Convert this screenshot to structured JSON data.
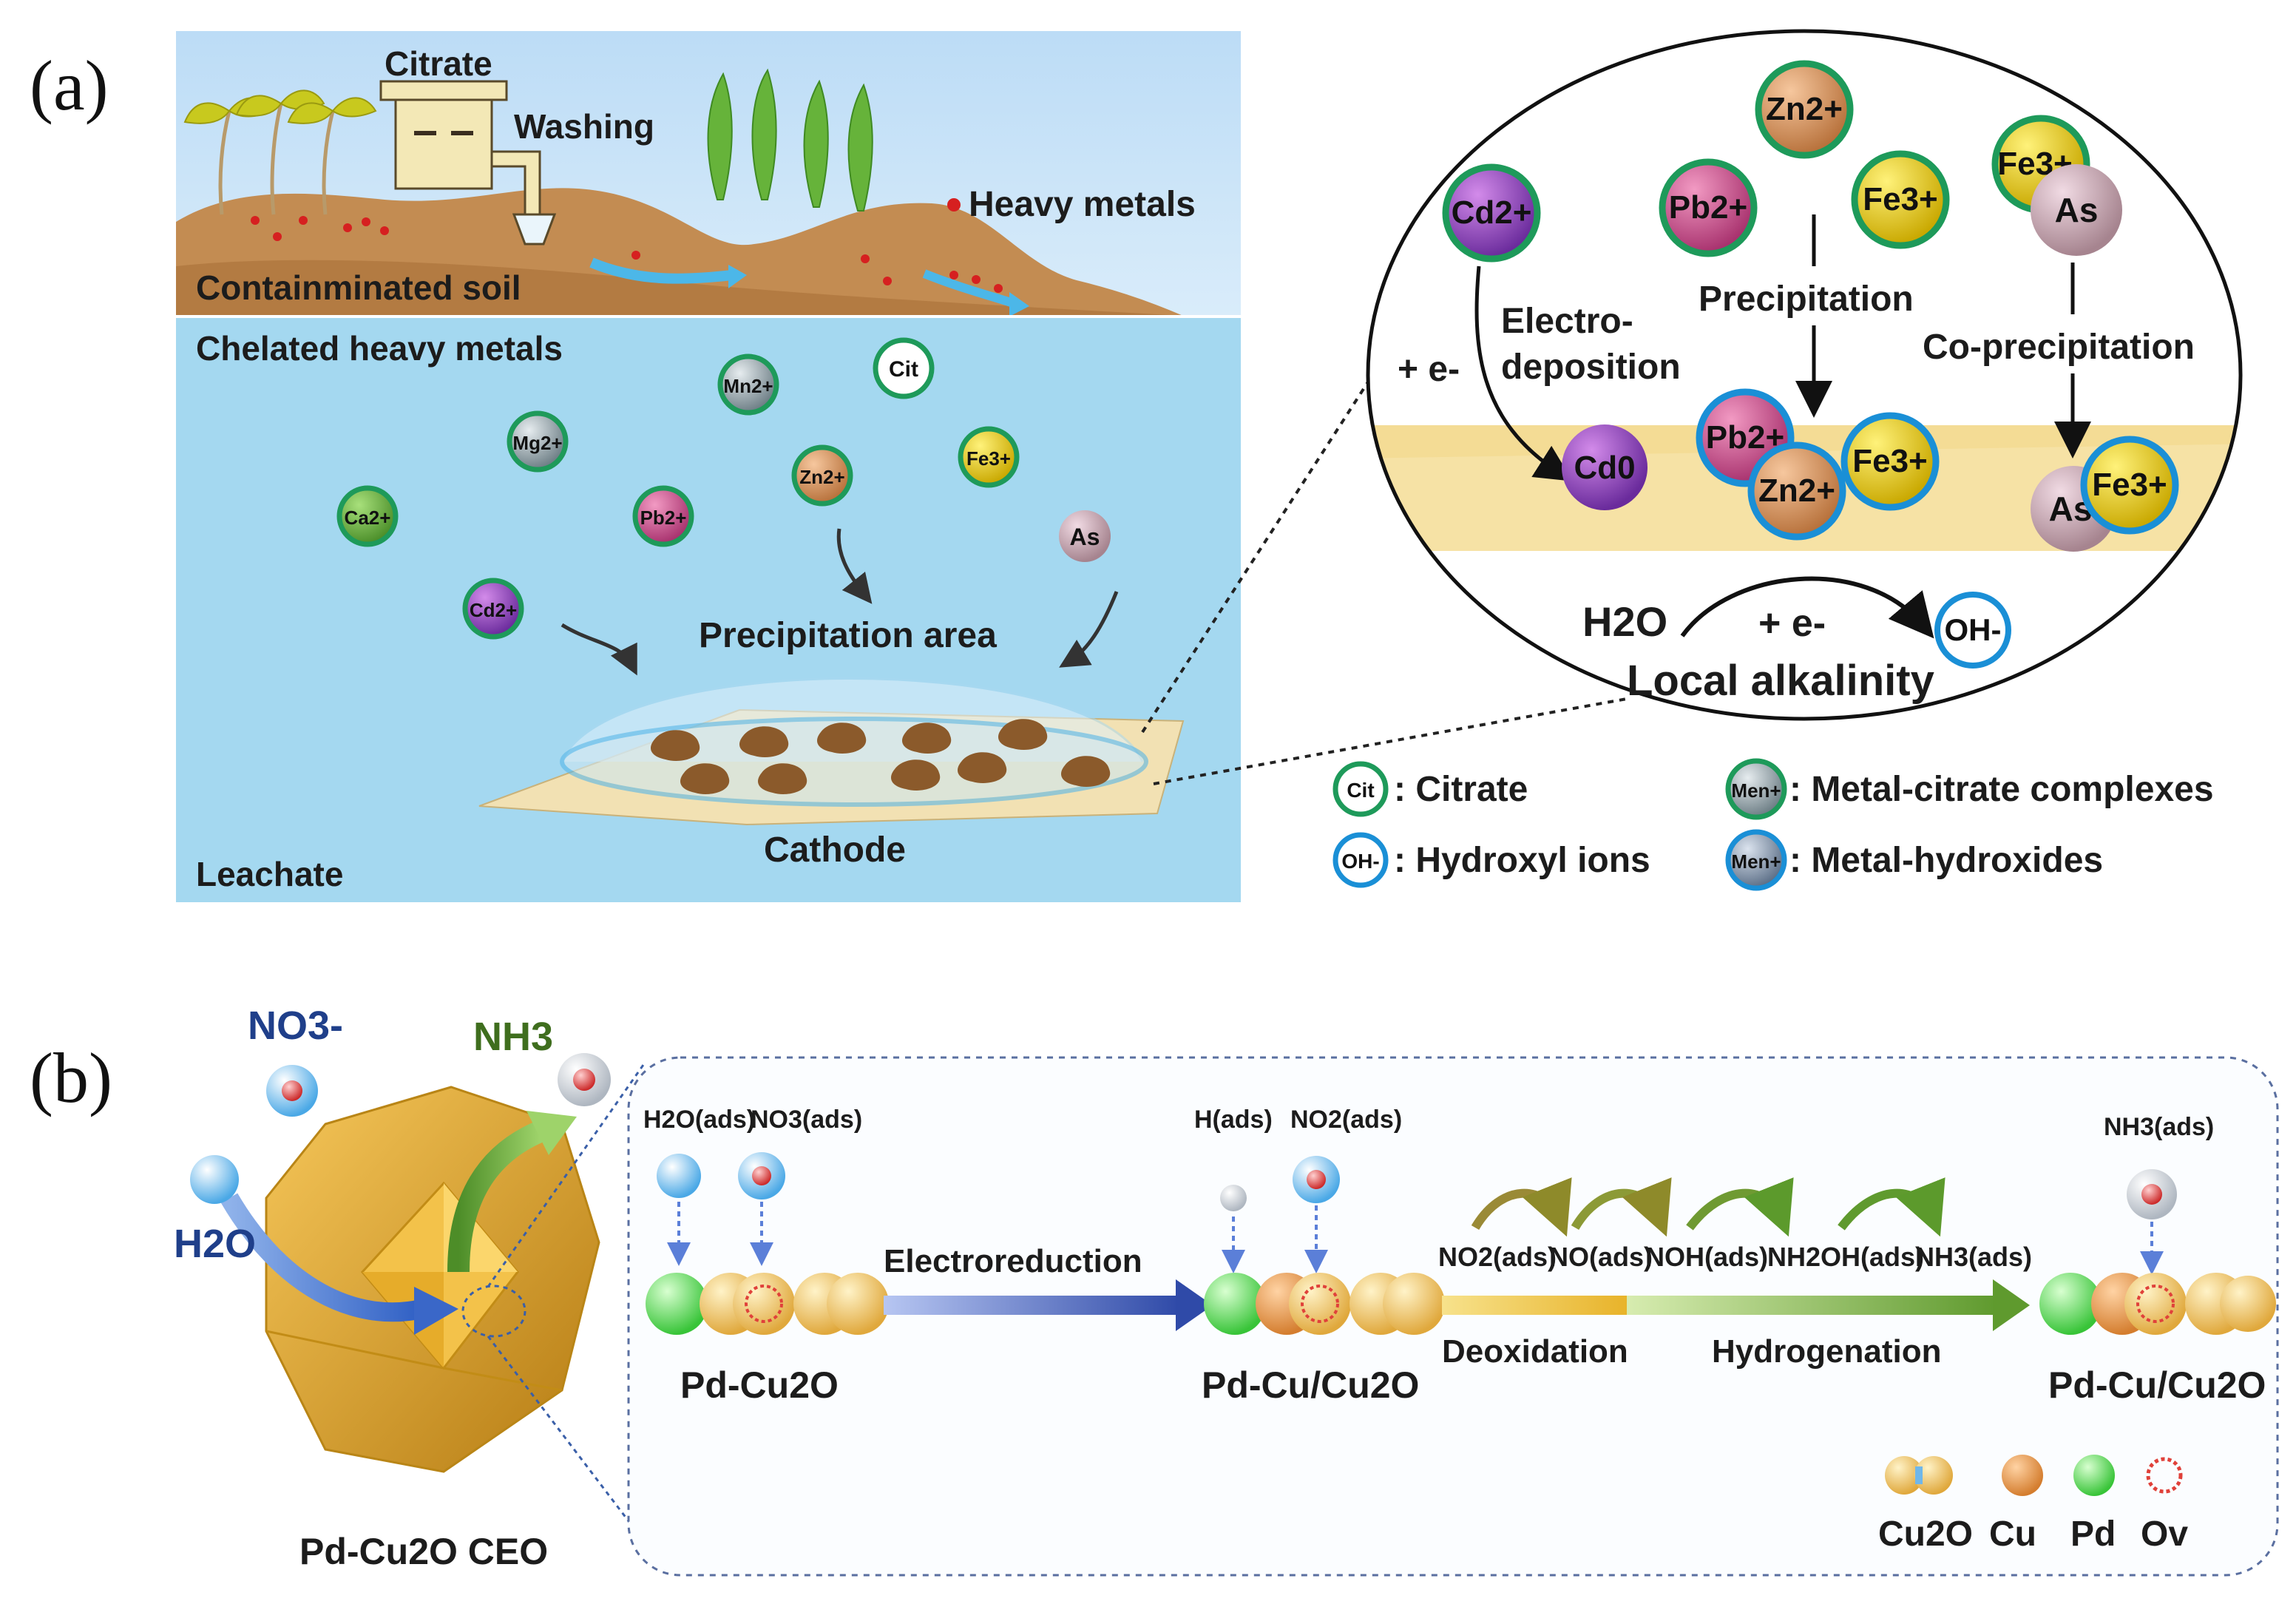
{
  "panel_a": {
    "label": "(a)",
    "soil": {
      "citrate": "Citrate",
      "washing": "Washing",
      "heavy_metals": "Heavy metals",
      "contaminated_soil": "Containminated soil"
    },
    "leachate": {
      "chelated": "Chelated heavy metals",
      "precipitation_area": "Precipitation area",
      "cathode": "Cathode",
      "leachate": "Leachate",
      "ions": [
        "Mn2+",
        "Cit",
        "Mg2+",
        "Zn2+",
        "Fe3+",
        "Ca2+",
        "Pb2+",
        "As",
        "Cd2+"
      ]
    },
    "zoom": {
      "ions_top": [
        "Zn2+",
        "Cd2+",
        "Pb2+",
        "Fe3+",
        "Fe3+",
        "As"
      ],
      "electro_deposition": "Electro-\ndeposition",
      "plus_e": "+ e-",
      "precipitation": "Precipitation",
      "co_precipitation": "Co-precipitation",
      "products": [
        "Cd0",
        "Pb2+",
        "Fe3+",
        "Zn2+",
        "As",
        "Fe3+"
      ],
      "h2o": "H2O",
      "plus_e2": "+ e-",
      "oh": "OH-",
      "local_alkalinity": "Local alkalinity"
    },
    "legend": {
      "cit_symbol": "Cit",
      "cit_text": ": Citrate",
      "oh_symbol": "OH-",
      "oh_text": ": Hydroxyl ions",
      "me_symbol": "Men+",
      "me_citrate_text": ": Metal-citrate complexes",
      "me_hydroxide_text": ": Metal-hydroxides"
    }
  },
  "panel_b": {
    "label": "(b)",
    "no3": "NO3-",
    "nh3": "NH3",
    "h2o": "H2O",
    "crystal_label": "Pd-Cu2O CEO",
    "h2o_ads": "H2O(ads)",
    "no3_ads": "NO3(ads)",
    "pd_cu2o": "Pd-Cu2O",
    "electroreduction": "Electroreduction",
    "h_ads": "H(ads)",
    "no2_ads": "NO2(ads)",
    "pd_cu_cu2o_1": "Pd-Cu/Cu2O",
    "chain": [
      "NO2(ads)",
      "NO(ads)",
      "NOH(ads)",
      "NH2OH(ads)",
      "NH3(ads)"
    ],
    "deoxidation": "Deoxidation",
    "hydrogenation": "Hydrogenation",
    "nh3_ads": "NH3(ads)",
    "pd_cu_cu2o_2": "Pd-Cu/Cu2O",
    "legend": [
      "Cu2O",
      "Cu",
      "Pd",
      "Ov"
    ]
  },
  "colors": {
    "sky": "#cfe6f8",
    "water": "#9fd7f0",
    "soil": "#c8935a",
    "cathode": "#f3e2b3",
    "cit_ring": "#1e9a5a",
    "oh_ring": "#1a8fd6",
    "crystal": "#e5a52a",
    "cu2o": "#f2c463",
    "cu": "#f0a55e",
    "pd": "#6fe06f",
    "ov": "#e0413a"
  }
}
